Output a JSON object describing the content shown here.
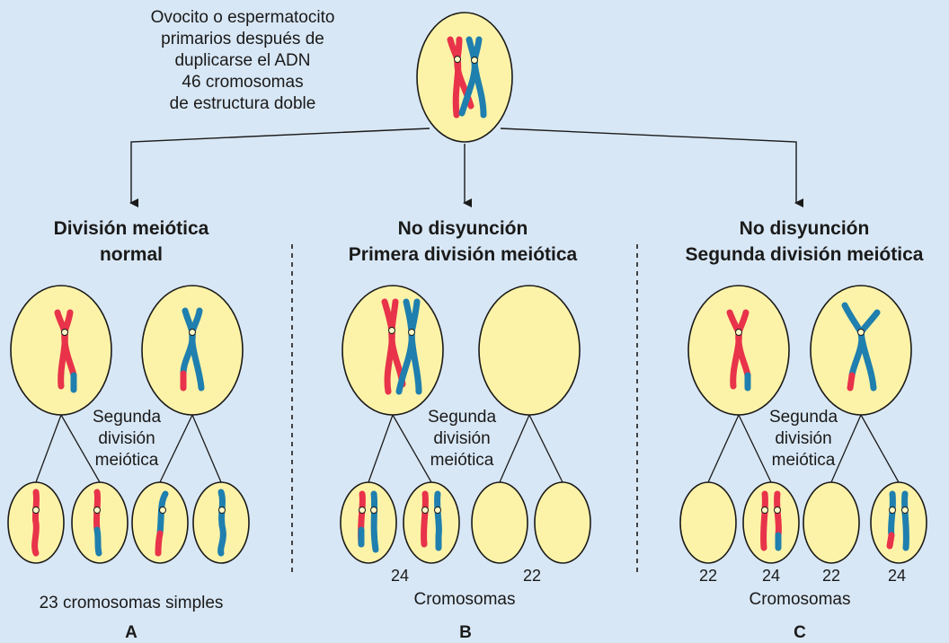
{
  "colors": {
    "background": "#d8e7f5",
    "cell_fill": "#fdf3a8",
    "outline": "#1a1a1a",
    "maternal_chromosome": "#e8334a",
    "paternal_chromosome": "#1f7fae",
    "centromere": "#fff8c8"
  },
  "top": {
    "caption_lines": [
      "Ovocito o espermatocito",
      "primarios después de",
      "duplicarse el ADN",
      "46 cromosomas",
      "de estructura doble"
    ]
  },
  "panels": [
    {
      "heading_lines": [
        "División meiótica",
        "normal"
      ],
      "second_division_lines": [
        "Segunda",
        "división",
        "meiótica"
      ],
      "daughter_counts": [],
      "footer": "23 cromosomas simples",
      "letter": "A"
    },
    {
      "heading_lines": [
        "No disyunción",
        "Primera división meiótica"
      ],
      "second_division_lines": [
        "Segunda",
        "división",
        "meiótica"
      ],
      "daughter_counts": [
        "24",
        "22"
      ],
      "footer": "Cromosomas",
      "letter": "B"
    },
    {
      "heading_lines": [
        "No disyunción",
        "Segunda división meiótica"
      ],
      "second_division_lines": [
        "Segunda",
        "división",
        "meiótica"
      ],
      "daughter_counts": [
        "22",
        "24",
        "22",
        "24"
      ],
      "footer": "Cromosomas",
      "letter": "C"
    }
  ]
}
